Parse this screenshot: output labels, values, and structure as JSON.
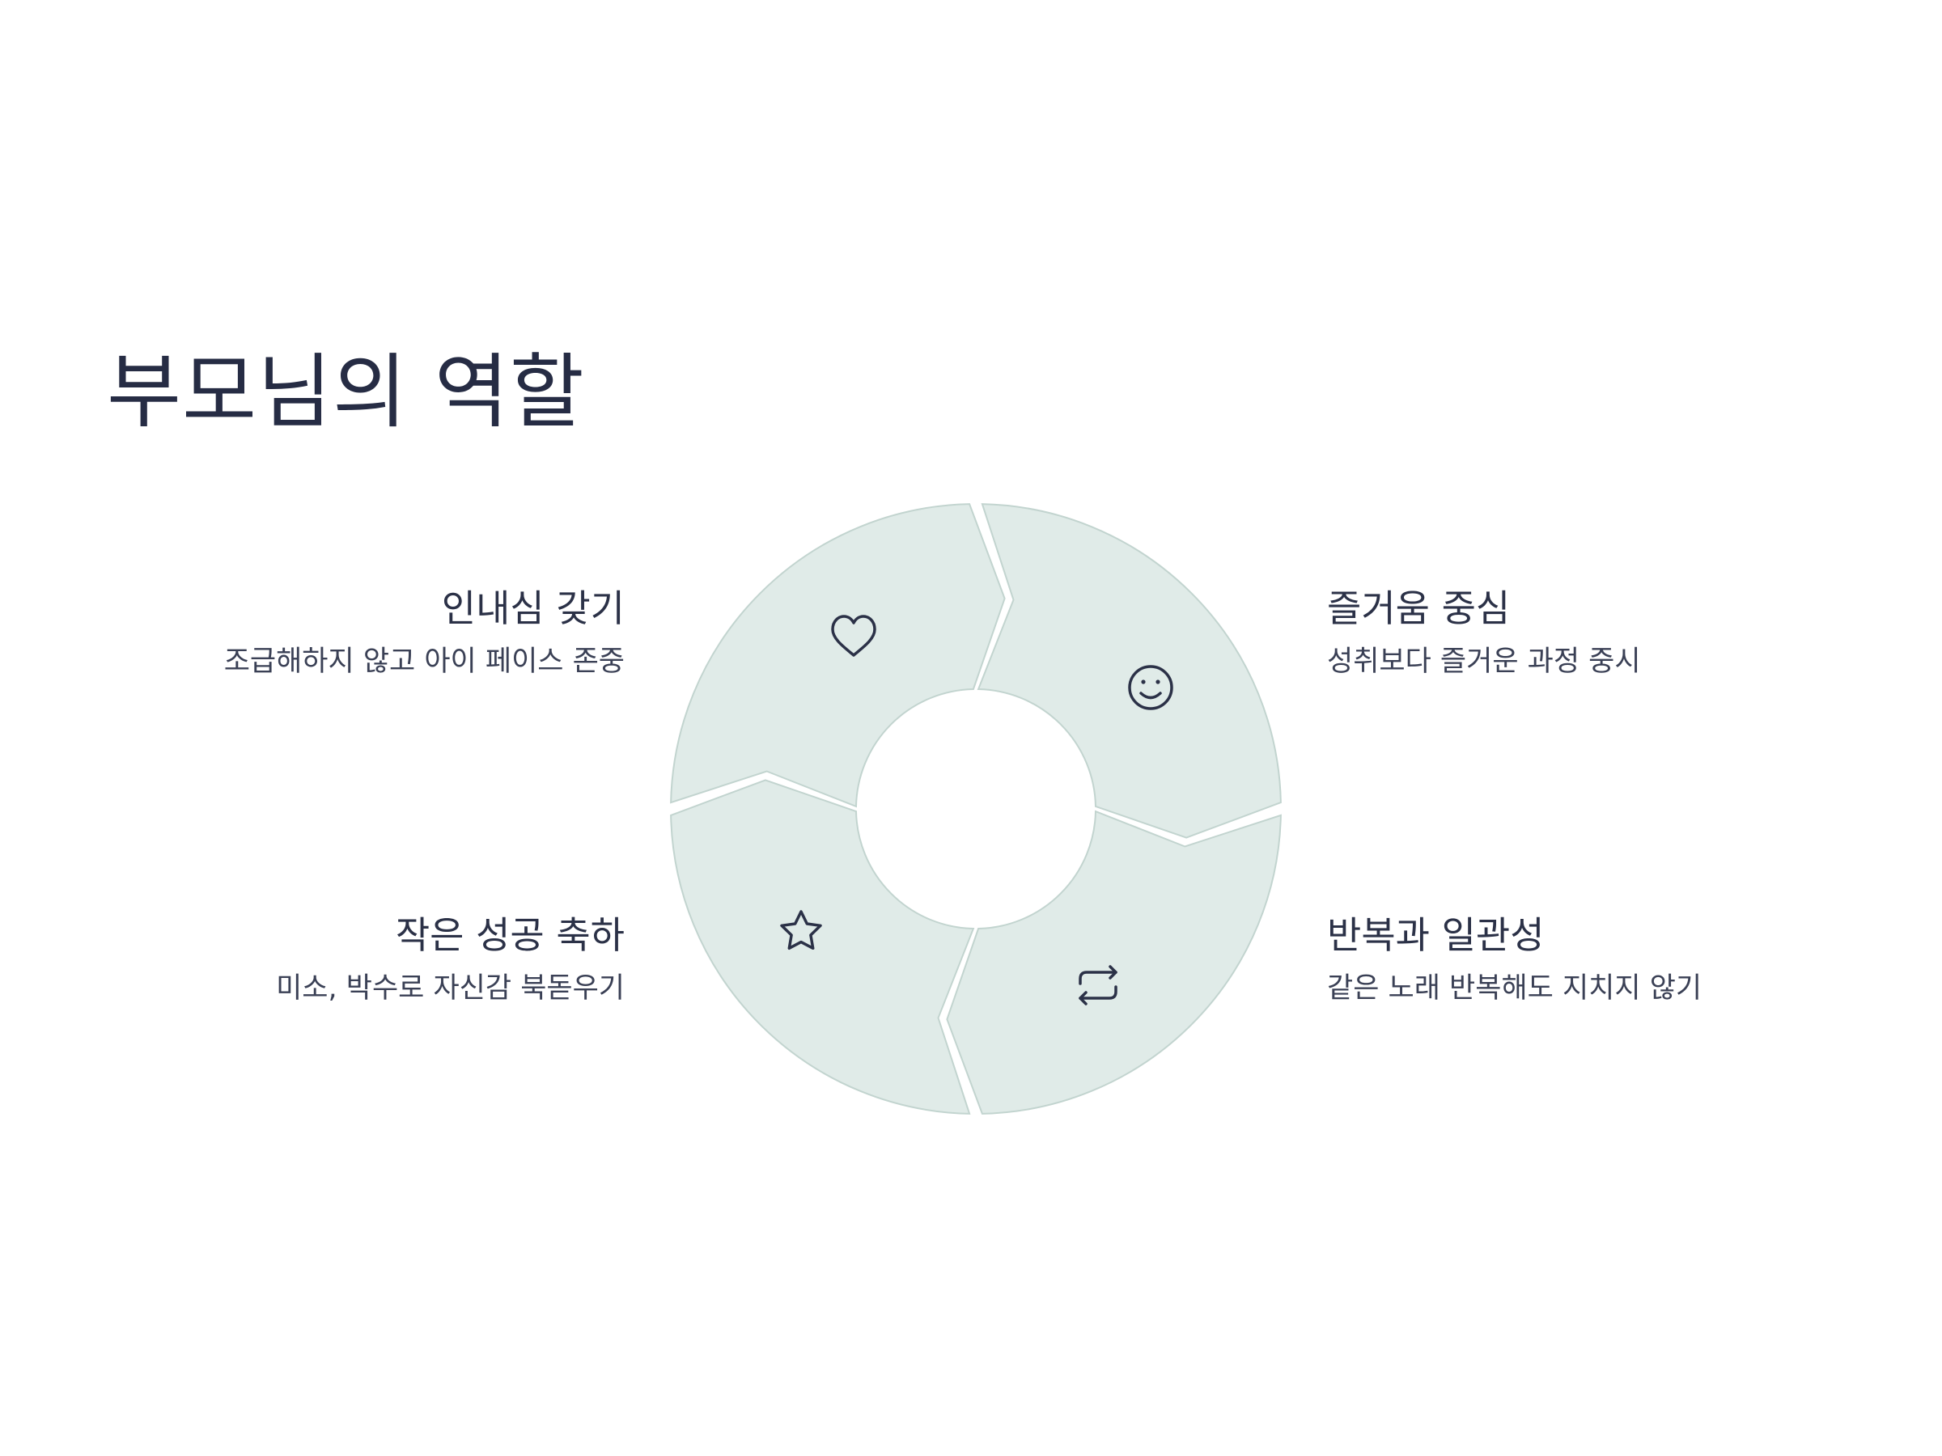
{
  "title": "부모님의 역할",
  "items": [
    {
      "id": "patience",
      "title": "인내심 갖기",
      "desc": "조급해하지 않고 아이 페이스 존중",
      "icon": "heart-icon"
    },
    {
      "id": "fun",
      "title": "즐거움 중심",
      "desc": "성취보다 즐거운 과정 중시",
      "icon": "smile-icon"
    },
    {
      "id": "celebrate",
      "title": "작은 성공 축하",
      "desc": "미소, 박수로 자신감 북돋우기",
      "icon": "star-icon"
    },
    {
      "id": "consistency",
      "title": "반복과 일관성",
      "desc": "같은 노래 반복해도 지치지 않기",
      "icon": "repeat-icon"
    }
  ],
  "colors": {
    "segment_fill": "#e0ebe8",
    "segment_stroke": "#c2d4cf",
    "text": "#2b3147"
  }
}
